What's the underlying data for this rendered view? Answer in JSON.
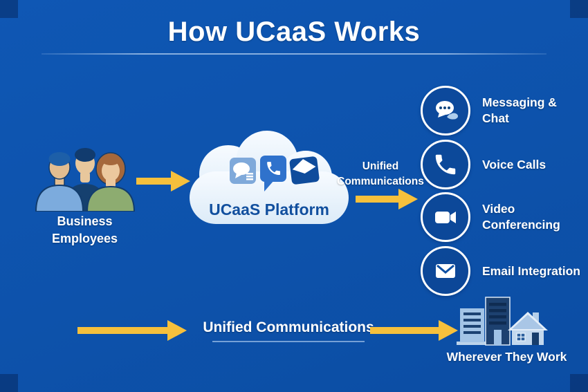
{
  "title": "How UCaaS Works",
  "colors": {
    "background": "#0D52AB",
    "accent_yellow": "#F6C03C",
    "text_white": "#FFFFFF",
    "cloud_fill": "#EDF4FC",
    "cloud_text": "#114F9E"
  },
  "source": {
    "icon": "business-employees-icon",
    "label_line1": "Business",
    "label_line2": "Employees"
  },
  "platform": {
    "icon": "cloud-icon",
    "label": "UCaaS Platform",
    "app_icons": [
      "chat-app-icon",
      "phone-app-icon",
      "email-app-icon"
    ]
  },
  "unified_top": {
    "line1": "Unified",
    "line2": "Communications"
  },
  "services": [
    {
      "icon": "chat-bubbles-icon",
      "line1": "Messaging &",
      "line2": "Chat"
    },
    {
      "icon": "phone-icon",
      "line1": "Voice Calls",
      "line2": ""
    },
    {
      "icon": "video-camera-icon",
      "line1": "Video",
      "line2": "Conferencing"
    },
    {
      "icon": "envelope-icon",
      "line1": "Email Integration",
      "line2": ""
    }
  ],
  "bottom": {
    "label": "Unified Communications",
    "destination_icon": "buildings-house-icon",
    "destination_label": "Wherever They Work"
  }
}
